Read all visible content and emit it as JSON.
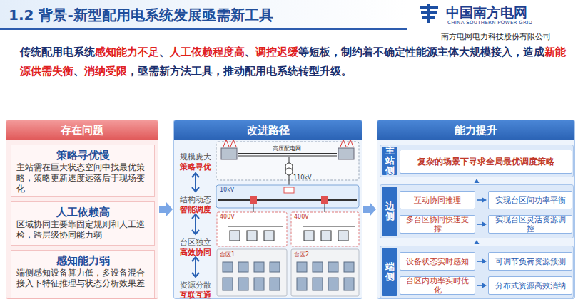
{
  "diagram": {
    "title": "1.2 背景-新型配用电系统发展亟需新工具",
    "nodes": [
      {
        "text": [
          "存在问题"
        ]
      },
      {
        "text": [
          "策略寻优慢",
          "主站需在巨大状态空间中找最优策略，策略更新速度远落后于现场变化"
        ],
        "in": 0
      },
      {
        "text": [
          "人工依赖高",
          "区域协同主要靠固定规则和人工巡检，跨层级协同能力弱"
        ],
        "in": 0
      },
      {
        "text": [
          "感知能力弱",
          "端侧感知设备算力低，多设备混合接入下特征推理与状态分析效果差"
        ],
        "in": 0
      },
      {
        "text": [
          "改进路径"
        ]
      },
      {
        "text": [
          "能力提升"
        ]
      },
      {
        "text": [
          "主站侧"
        ],
        "in": 5
      },
      {
        "text": [
          "复杂的场景下寻求全局最优调度策略"
        ],
        "in": 6
      },
      {
        "text": [
          "边侧"
        ],
        "in": 5
      },
      {
        "text": [
          "互动协同推理"
        ],
        "in": 8
      },
      {
        "text": [
          "实现台区间功率平衡"
        ],
        "in": 8
      },
      {
        "text": [
          "多台区协同快速支撑"
        ],
        "in": 8
      },
      {
        "text": [
          "实现台区灵活资源调控"
        ],
        "in": 8
      },
      {
        "text": [
          "端侧"
        ],
        "in": 5
      },
      {
        "text": [
          "设备状态实时感知"
        ],
        "in": 13
      },
      {
        "text": [
          "可调节负荷资源预测"
        ],
        "in": 13
      },
      {
        "text": [
          "台区内功率实时优化"
        ],
        "in": 13
      },
      {
        "text": [
          "分布式资源高效消纳"
        ],
        "in": 13
      }
    ],
    "edges": [
      {
        "from": 0,
        "to": 4,
        "arrow": "to"
      },
      {
        "from": 4,
        "to": 5,
        "arrow": "to"
      },
      {
        "from": 13,
        "to": 8,
        "arrow": "to"
      },
      {
        "from": 8,
        "to": 6,
        "arrow": "to"
      },
      {
        "from": 9,
        "to": 10,
        "arrow": "to"
      },
      {
        "from": 11,
        "to": 12,
        "arrow": "to"
      },
      {
        "from": 14,
        "to": 15,
        "arrow": "to"
      },
      {
        "from": 16,
        "to": 17,
        "arrow": "to"
      }
    ],
    "labels": [
      "中国南方电网",
      "CHINA SOUTHERN POWER GRID",
      "南方电网电力科技股份有限公司",
      "传统配用电系统",
      "感知能力不足",
      "、",
      "人工依赖程度高",
      "、",
      "调控迟缓",
      "等短板，制约着不确定性能源主体大规模接入，造成",
      "新能源供需失衡",
      "、",
      "消纳受限",
      "，亟需新方法工具，推动配用电系统转型升级。",
      "规模庞大",
      "策略寻优",
      "结构动态",
      "智能调度",
      "台区独立",
      "高效协同",
      "资源分散",
      "互联互通",
      "高压配电网",
      "110kV",
      "10kV",
      "400V",
      "400V",
      "台区1",
      "台区2"
    ]
  }
}
